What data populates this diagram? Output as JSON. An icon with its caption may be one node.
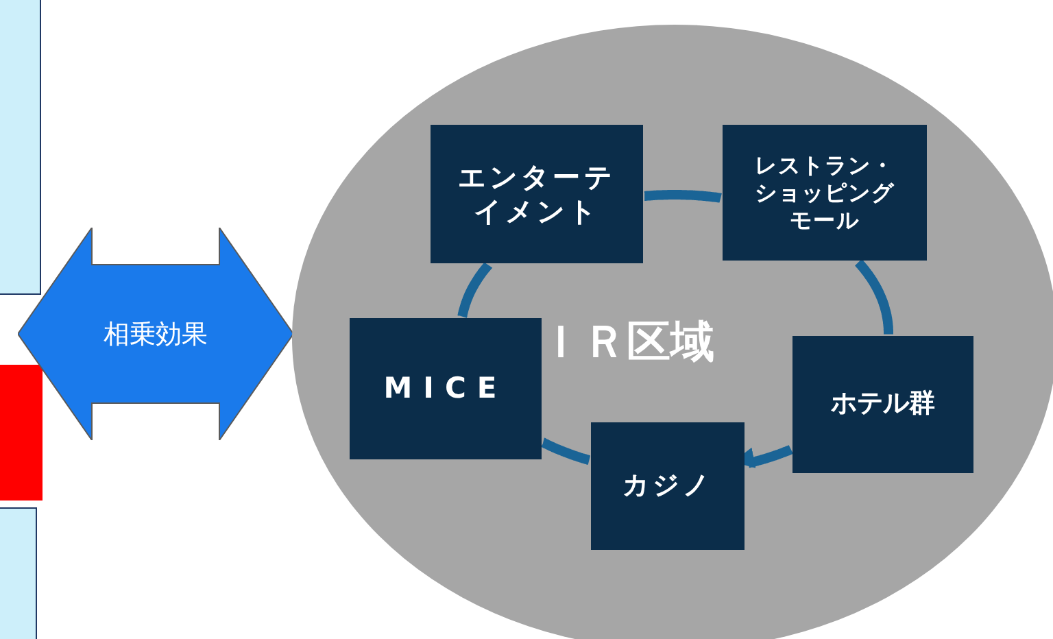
{
  "diagram": {
    "nodes": [
      {
        "text": [],
        "shape": "box"
      },
      {
        "text": [],
        "shape": "box"
      },
      {
        "text": [],
        "shape": "box"
      },
      {
        "text": [
          "相乗効果"
        ]
      },
      {
        "text": [
          "ＩＲ区域"
        ]
      },
      {
        "text": [
          "エンターテイメント"
        ],
        "in": 4
      },
      {
        "text": [
          "レストラン・ショッピングモール"
        ],
        "in": 4
      },
      {
        "text": [
          "ホテル群"
        ],
        "in": 4
      },
      {
        "text": [
          "カジノ"
        ],
        "in": 4
      },
      {
        "text": [
          "MICE"
        ],
        "in": 4
      }
    ],
    "edges": [
      {
        "from": 5,
        "to": 6,
        "arrow": "none"
      },
      {
        "from": 6,
        "to": 7,
        "arrow": "none"
      },
      {
        "from": 7,
        "to": 8,
        "arrow": "to"
      },
      {
        "from": 8,
        "to": 9,
        "arrow": "none"
      },
      {
        "from": 9,
        "to": 5,
        "arrow": "none"
      }
    ]
  }
}
